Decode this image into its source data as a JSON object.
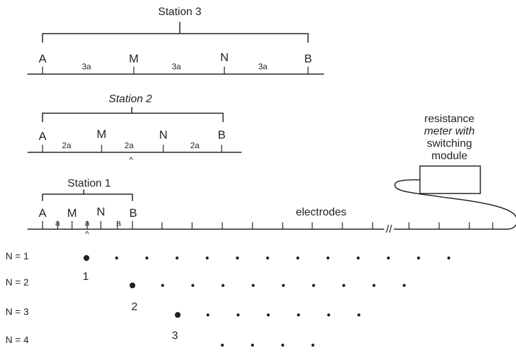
{
  "station3": {
    "title": "Station 3",
    "electrodes": [
      "A",
      "M",
      "N",
      "B"
    ],
    "spacings": [
      "3a",
      "3a",
      "3a"
    ]
  },
  "station2": {
    "title": "Station 2",
    "electrodes": [
      "A",
      "M",
      "N",
      "B"
    ],
    "spacings": [
      "2a",
      "2a",
      "2a"
    ],
    "midpoint_marker": "^"
  },
  "station1": {
    "title": "Station 1",
    "electrodes": [
      "A",
      "M",
      "N",
      "B"
    ],
    "spacings": [
      "a",
      "a",
      "a"
    ],
    "midpoint_marker": "^"
  },
  "electrodes_label": "electrodes",
  "break_symbol": "//",
  "meter": {
    "lines": [
      "resistance",
      "meter with",
      "switching",
      "module"
    ]
  },
  "rows": [
    {
      "label": "N = 1",
      "dot_count": 13,
      "marker": "1"
    },
    {
      "label": "N = 2",
      "dot_count": 10,
      "marker": "2"
    },
    {
      "label": "N = 3",
      "dot_count": 7,
      "marker": "3"
    },
    {
      "label": "N = 4",
      "dot_count": 4,
      "marker": ""
    }
  ]
}
